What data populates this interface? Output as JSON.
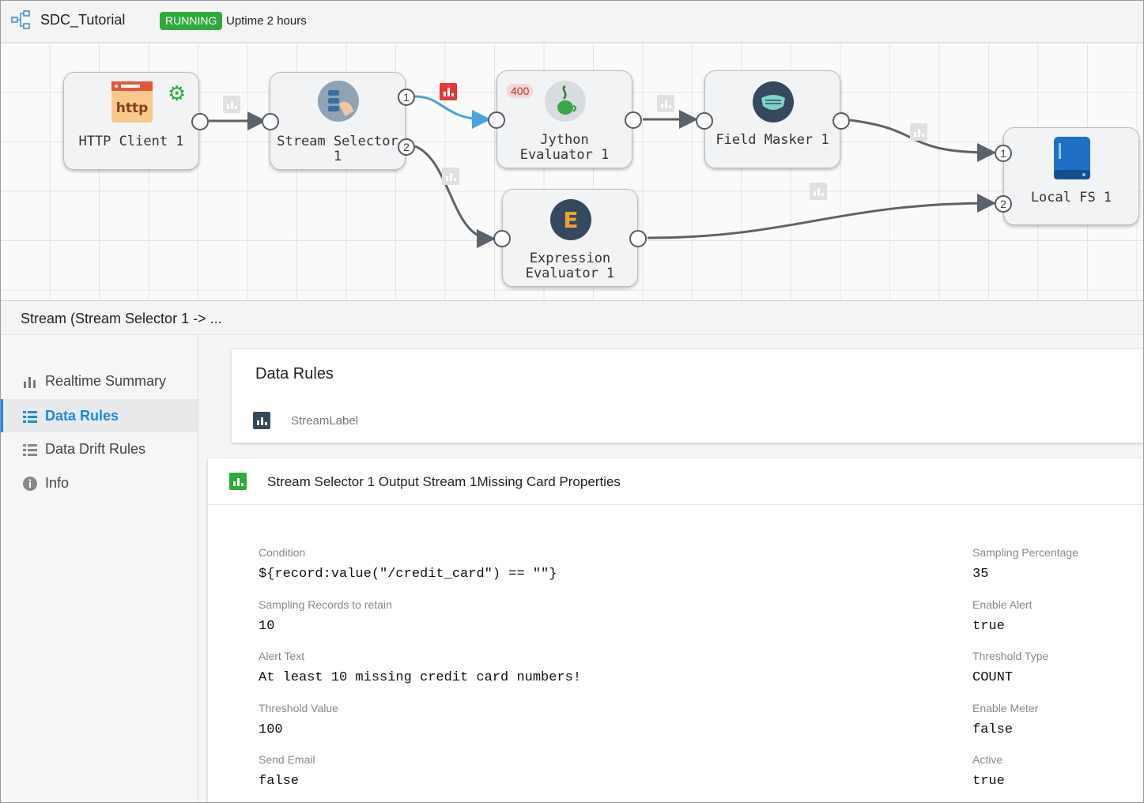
{
  "header": {
    "app_title": "SDC_Tutorial",
    "status": "RUNNING",
    "uptime": "Uptime 2 hours"
  },
  "pipeline": {
    "nodes": {
      "http_client": {
        "label": "HTTP Client 1",
        "icon": "http-icon"
      },
      "stream_selector": {
        "label_line1": "Stream Selector",
        "label_line2": "1",
        "icon": "stream-selector-icon",
        "port1": "1",
        "port2": "2"
      },
      "jython": {
        "label_line1": "Jython",
        "label_line2": "Evaluator 1",
        "icon": "jython-icon",
        "error_count": "400"
      },
      "field_masker": {
        "label": "Field Masker 1",
        "icon": "mask-icon"
      },
      "expression": {
        "label_line1": "Expression",
        "label_line2": "Evaluator 1",
        "icon": "expression-icon",
        "icon_letter": "E"
      },
      "local_fs": {
        "label": "Local FS 1",
        "icon": "storage-icon",
        "port1": "1",
        "port2": "2"
      }
    },
    "colors": {
      "selected_link": "#4aa3df",
      "link": "#5a636b",
      "running": "#2eaa3c",
      "alert_chip": "#e23a3a"
    }
  },
  "stream_panel": {
    "title": "Stream (Stream Selector 1 -> ..."
  },
  "sidebar": {
    "items": [
      {
        "label": "Realtime Summary",
        "icon": "bar-chart-icon"
      },
      {
        "label": "Data Rules",
        "icon": "list-icon",
        "active": true
      },
      {
        "label": "Data Drift Rules",
        "icon": "list-icon"
      },
      {
        "label": "Info",
        "icon": "info-icon"
      }
    ]
  },
  "data_rules": {
    "title": "Data Rules",
    "stream_label": "StreamLabel",
    "rule": {
      "title": "Stream Selector 1 Output Stream 1Missing Card Properties",
      "fields_left": [
        {
          "label": "Condition",
          "value": "${record:value(\"/credit_card\") == \"\"}"
        },
        {
          "label": "Sampling Records to retain",
          "value": "10"
        },
        {
          "label": "Alert Text",
          "value": "At least 10 missing credit card numbers!"
        },
        {
          "label": "Threshold Value",
          "value": "100"
        },
        {
          "label": "Send Email",
          "value": "false"
        }
      ],
      "fields_right": [
        {
          "label": "Sampling Percentage",
          "value": "35"
        },
        {
          "label": "Enable Alert",
          "value": "true"
        },
        {
          "label": "Threshold Type",
          "value": "COUNT"
        },
        {
          "label": "Enable Meter",
          "value": "false"
        },
        {
          "label": "Active",
          "value": "true"
        }
      ]
    }
  }
}
